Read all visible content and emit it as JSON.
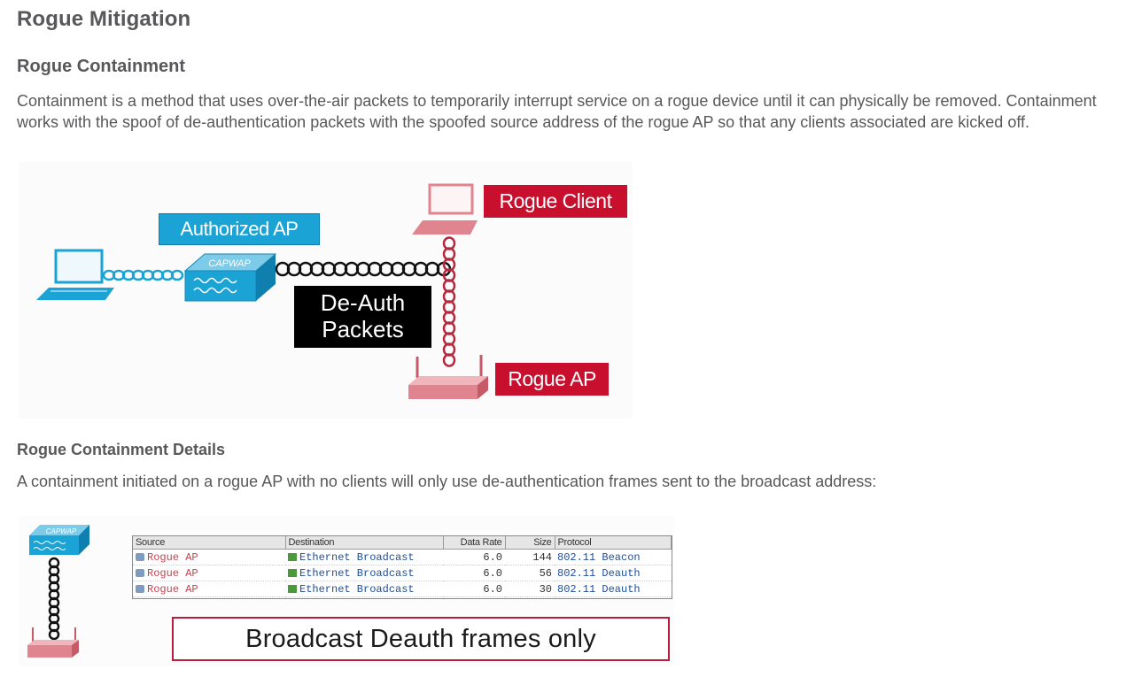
{
  "page": {
    "title": "Rogue Mitigation",
    "subtitle": "Rogue Containment",
    "paragraph": "Containment is a method that uses over-the-air packets to temporarily interrupt service on a rogue device until it can physically be removed. Containment works with the spoof of de-authentication packets with the spoofed source address of the rogue AP so that any clients associated are kicked off.",
    "section_title": "Rogue Containment Details",
    "section_paragraph": "A containment initiated on a rogue AP with no clients will only use de-authentication frames sent to the broadcast address:"
  },
  "figure1": {
    "authorized_ap_label": "Authorized AP",
    "rogue_client_label": "Rogue Client",
    "rogue_ap_label": "Rogue AP",
    "deauth_label_line1": "De-Auth",
    "deauth_label_line2": "Packets",
    "capwap_text": "CAPWAP",
    "colors": {
      "authorized_blue": "#1aa3d4",
      "rogue_red": "#c8102e",
      "rogue_device_pink": "#e0858f"
    }
  },
  "figure2": {
    "capwap_text": "CAPWAP",
    "columns": [
      "Source",
      "Destination",
      "Data Rate",
      "Size",
      "Protocol"
    ],
    "rows": [
      {
        "source": "Rogue AP",
        "destination": "Ethernet Broadcast",
        "rate": "6.0",
        "size": "144",
        "protocol": "802.11 Beacon"
      },
      {
        "source": "Rogue AP",
        "destination": "Ethernet Broadcast",
        "rate": "6.0",
        "size": "56",
        "protocol": "802.11 Deauth"
      },
      {
        "source": "Rogue AP",
        "destination": "Ethernet Broadcast",
        "rate": "6.0",
        "size": "30",
        "protocol": "802.11 Deauth"
      }
    ],
    "caption": "Broadcast Deauth frames only"
  }
}
